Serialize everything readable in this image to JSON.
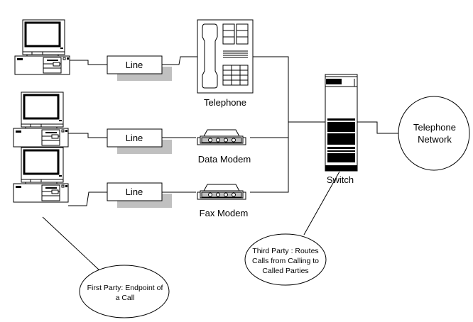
{
  "diagram": {
    "title": "Telephony call party diagram",
    "colors": {
      "stroke": "#000000",
      "background": "#ffffff",
      "shadow": "#c0c0c0",
      "modem_face": "#c0c0c0"
    },
    "computers": [
      {
        "id": "computer-1"
      },
      {
        "id": "computer-2"
      },
      {
        "id": "computer-3"
      }
    ],
    "lines": [
      {
        "label": "Line"
      },
      {
        "label": "Line"
      },
      {
        "label": "Line"
      }
    ],
    "devices": {
      "telephone": {
        "label": "Telephone"
      },
      "data_modem": {
        "label": "Data Modem"
      },
      "fax_modem": {
        "label": "Fax Modem"
      }
    },
    "switch": {
      "label": "Switch"
    },
    "network": {
      "label_line1": "Telephone",
      "label_line2": "Network"
    },
    "callouts": {
      "third_party": {
        "line1": "Third Party : Routes",
        "line2": "Calls from Calling to",
        "line3": "Called Parties"
      },
      "first_party": {
        "line1": "First Party: Endpoint of",
        "line2": "a Call"
      }
    }
  }
}
